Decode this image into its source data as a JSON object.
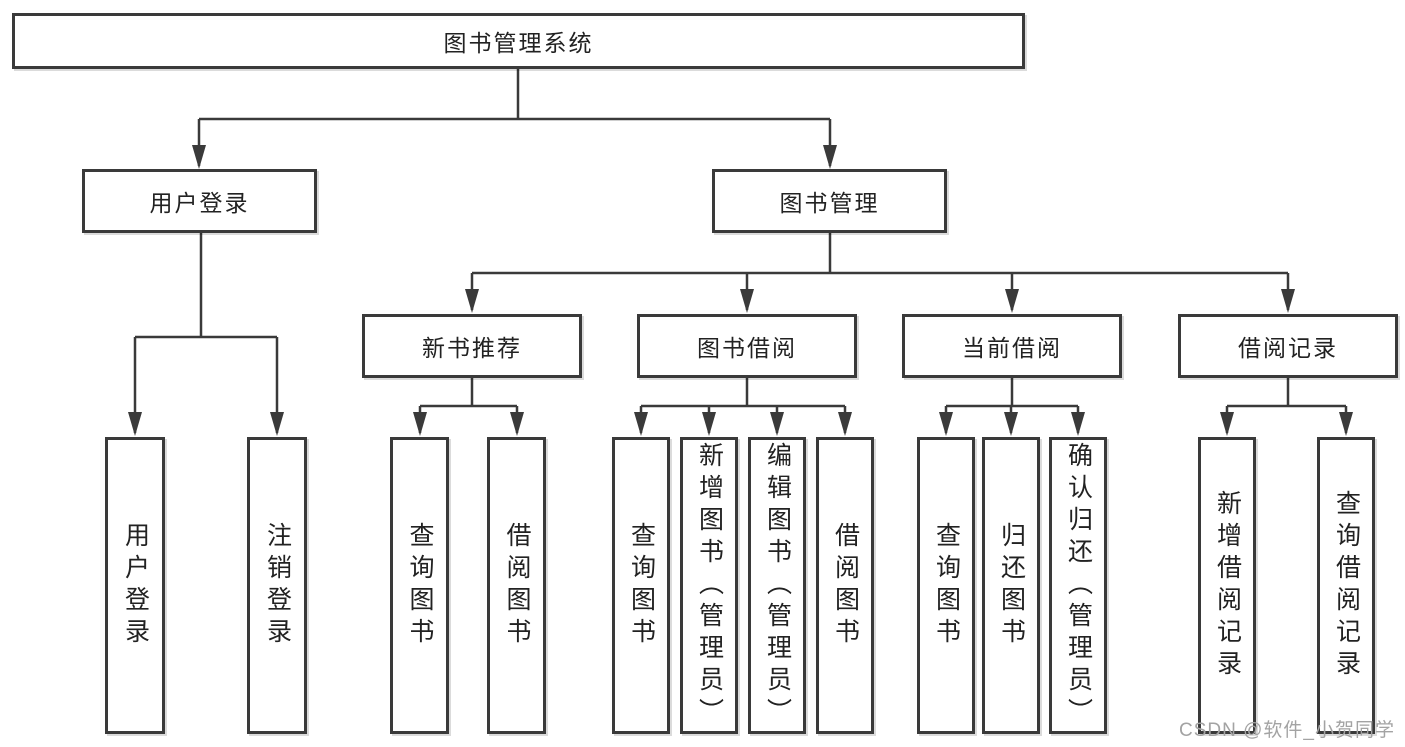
{
  "style": {
    "line_color": "#3a3a3a",
    "text_color": "#222222",
    "background": "#ffffff",
    "watermark_color": "#a3a3a3"
  },
  "watermark": {
    "text": "CSDN @软件_小贺同学"
  },
  "tree": {
    "root": "图书管理系统",
    "children": [
      {
        "label": "用户登录",
        "children": [
          "用户登录",
          "注销登录"
        ]
      },
      {
        "label": "图书管理",
        "children": [
          {
            "label": "新书推荐",
            "children": [
              "查询图书",
              "借阅图书"
            ]
          },
          {
            "label": "图书借阅",
            "children": [
              "查询图书",
              "新增图书（管理员）",
              "编辑图书（管理员）",
              "借阅图书"
            ]
          },
          {
            "label": "当前借阅",
            "children": [
              "查询图书",
              "归还图书",
              "确认归还（管理员）"
            ]
          },
          {
            "label": "借阅记录",
            "children": [
              "新增借阅记录",
              "查询借阅记录"
            ]
          }
        ]
      }
    ]
  }
}
